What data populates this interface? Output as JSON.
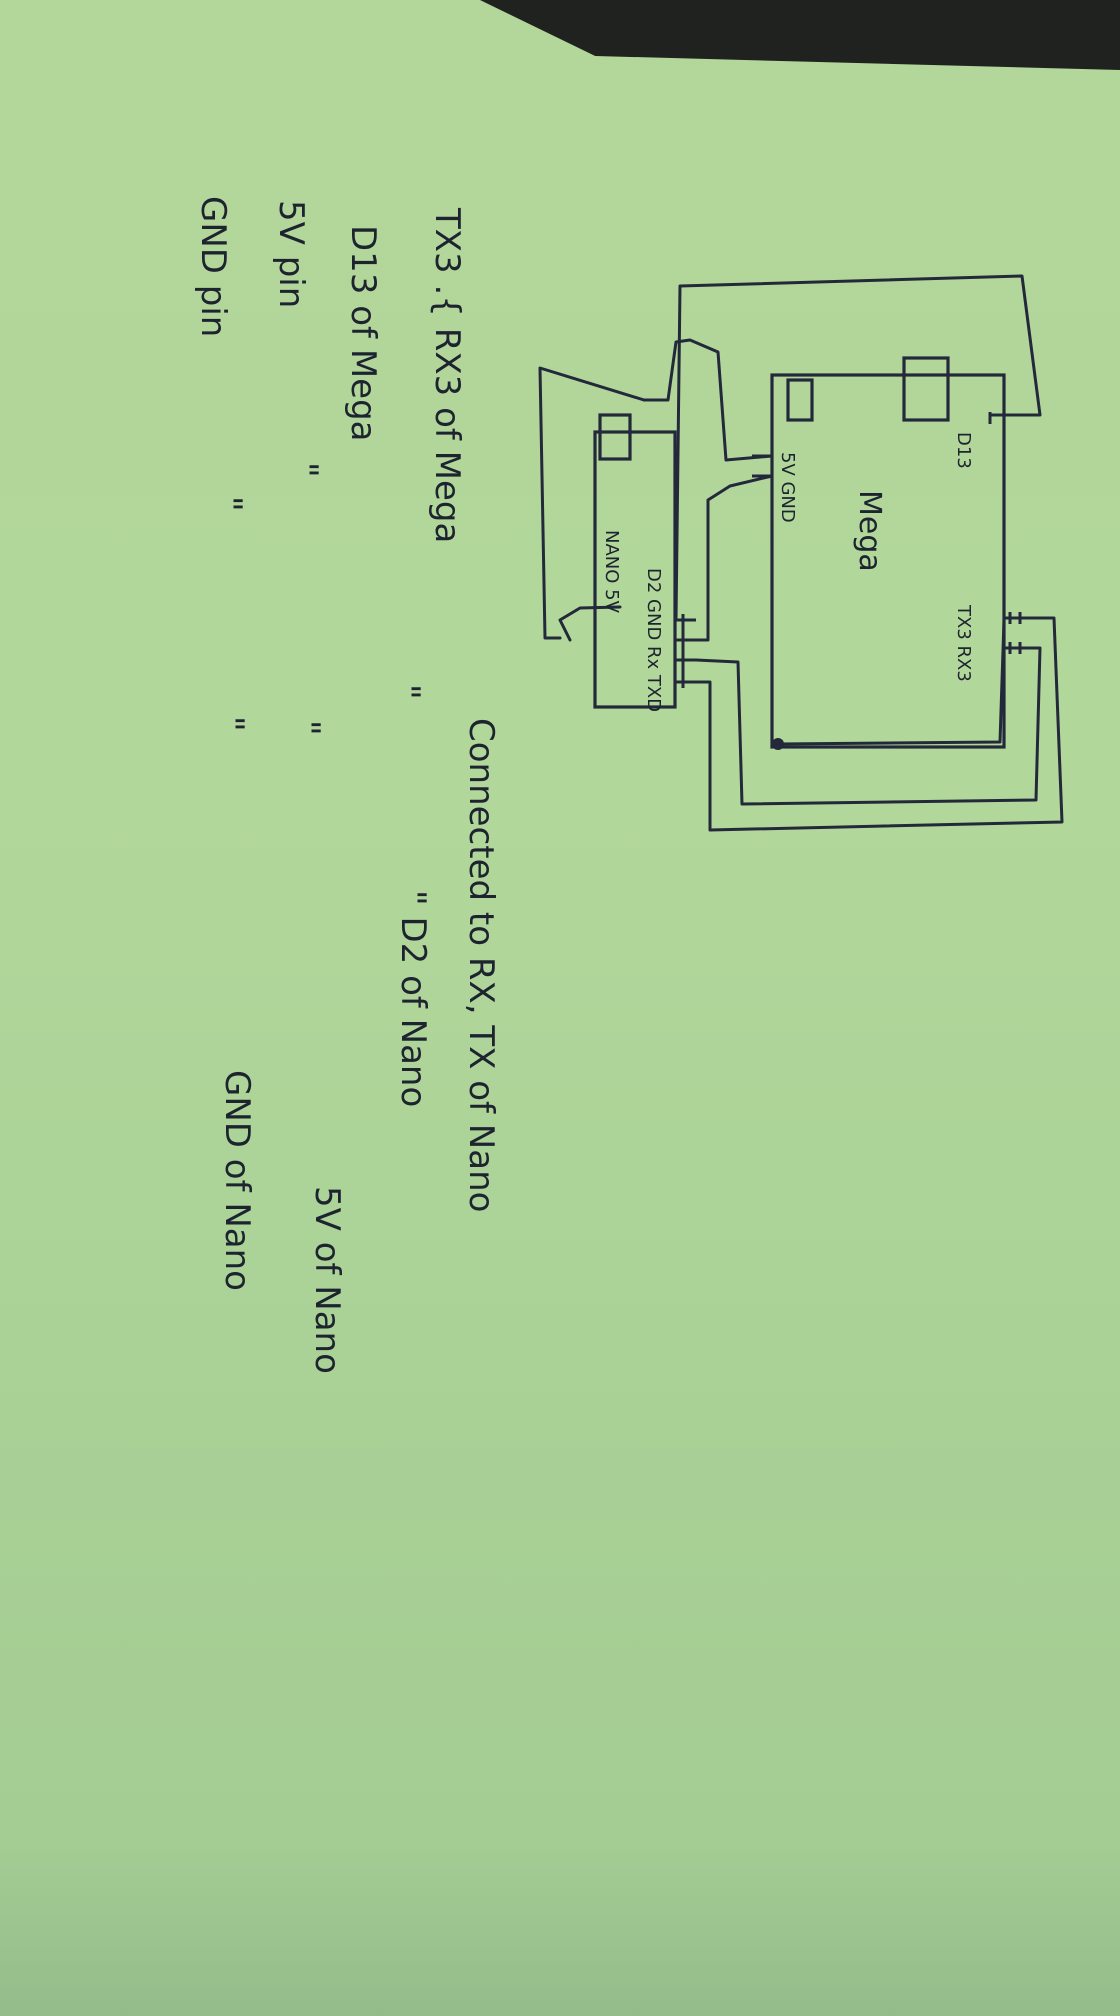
{
  "diagram": {
    "mega": {
      "label": "Mega",
      "pins": {
        "d13": "D13",
        "tx3_rx3": "TX3 RX3",
        "fivev_gnd": "5V GND"
      }
    },
    "nano": {
      "label": "NANO 5V",
      "pins": "D2 GND Rx TXD"
    }
  },
  "notes": [
    {
      "left": "TX3 .{ RX3 of Mega",
      "right": "Connected to RX, TX of Nano"
    },
    {
      "left": "D13 of Mega",
      "mid": "\"",
      "right": "\" D2 of Nano"
    },
    {
      "left": "5V pin",
      "mid1": "\"",
      "mid2": "\"",
      "right": "5V of Nano"
    },
    {
      "left": "GND pin",
      "mid1": "\"",
      "mid2": "\"",
      "right": "GND of Nano"
    }
  ],
  "colors": {
    "paper": "#b2d79b",
    "ink": "#23293a"
  }
}
